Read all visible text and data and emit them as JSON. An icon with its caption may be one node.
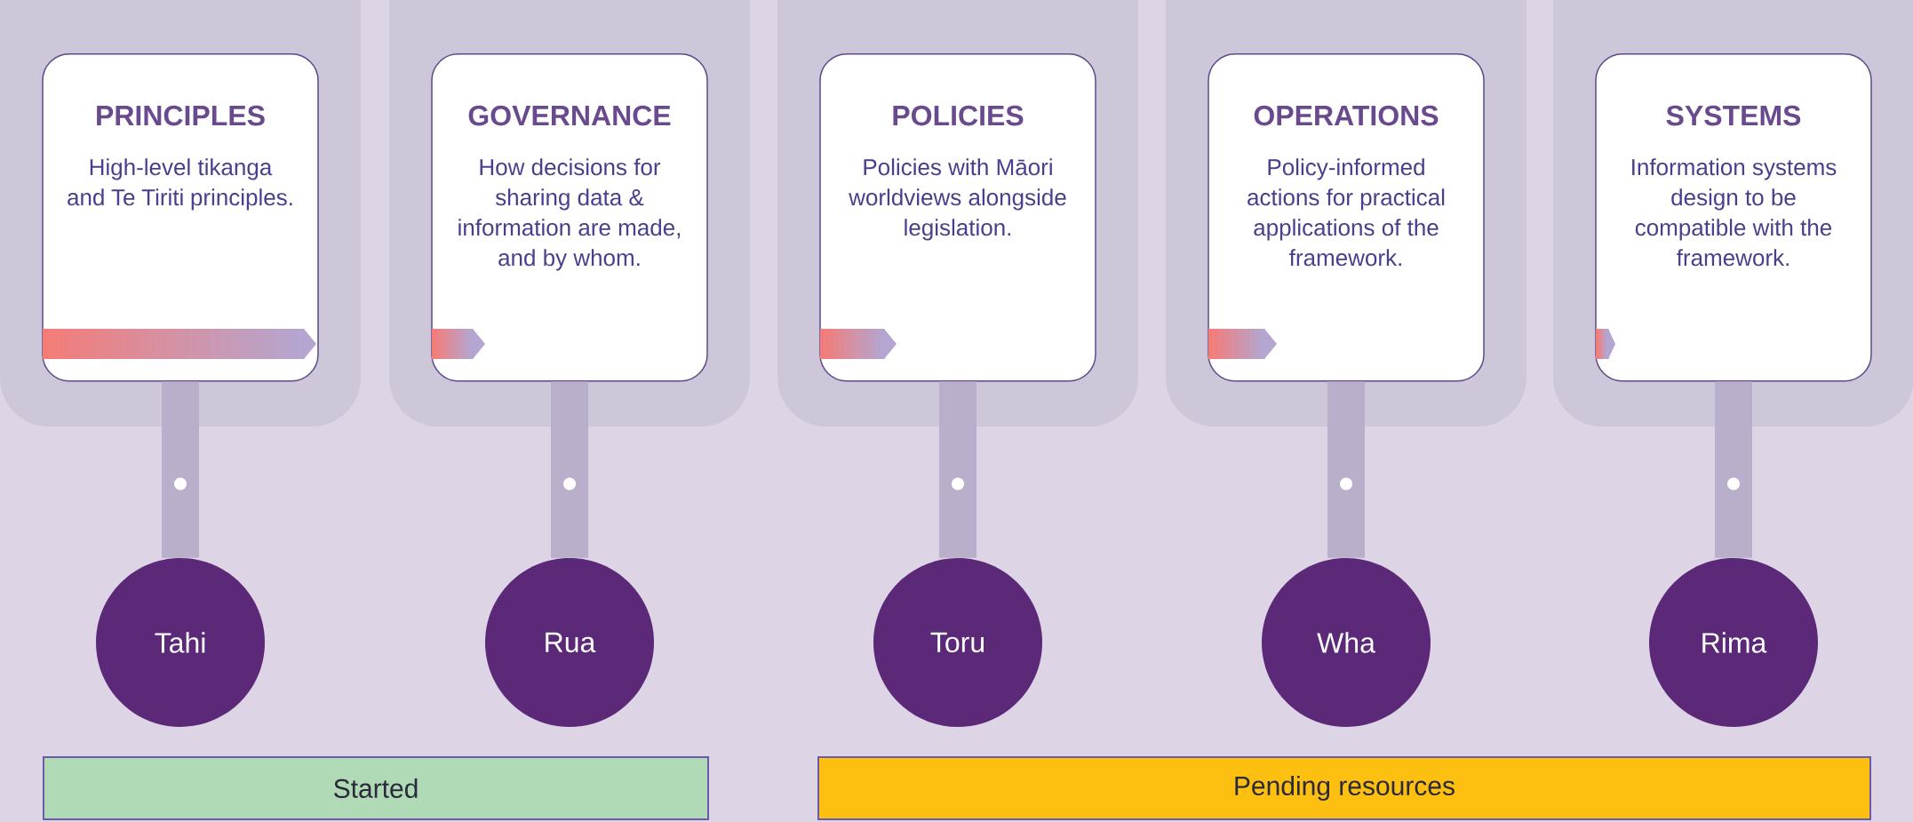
{
  "diagram": {
    "nodes": [
      {
        "text": [
          "PRINCIPLES",
          "High-level tikanga and Te Tiriti principles."
        ]
      },
      {
        "text": [
          "GOVERNANCE",
          "How decisions for sharing data & information are made, and by whom."
        ]
      },
      {
        "text": [
          "POLICIES",
          "Policies with Māori worldviews alongside legislation."
        ]
      },
      {
        "text": [
          "OPERATIONS",
          "Policy-informed actions for practical applications of the framework."
        ]
      },
      {
        "text": [
          "SYSTEMS",
          "Information systems design to be compatible with the framework."
        ]
      },
      {
        "text": [
          "Tahi"
        ]
      },
      {
        "text": [
          "Rua"
        ]
      },
      {
        "text": [
          "Toru"
        ]
      },
      {
        "text": [
          "Wha"
        ]
      },
      {
        "text": [
          "Rima"
        ]
      },
      {
        "text": [
          "Started"
        ]
      },
      {
        "text": [
          "Pending resources"
        ]
      }
    ],
    "edges": [
      {
        "from": 0,
        "to": 5,
        "arrow": "none"
      },
      {
        "from": 1,
        "to": 6,
        "arrow": "none"
      },
      {
        "from": 2,
        "to": 7,
        "arrow": "none"
      },
      {
        "from": 3,
        "to": 8,
        "arrow": "none"
      },
      {
        "from": 4,
        "to": 9,
        "arrow": "none"
      }
    ]
  }
}
